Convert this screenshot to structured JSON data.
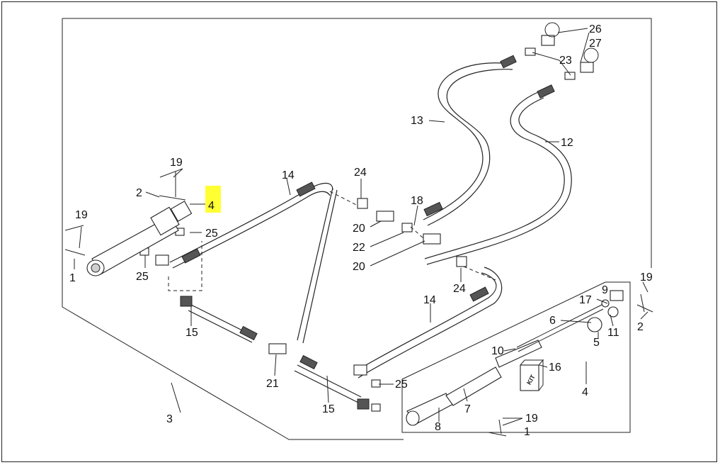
{
  "callouts": {
    "c26": "26",
    "c27": "27",
    "c23": "23",
    "c13": "13",
    "c12": "12",
    "c19_left_top": "19",
    "c2_left": "2",
    "c4_highlighted": "4",
    "c14_top": "14",
    "c24_top": "24",
    "c18": "18",
    "c20_top": "20",
    "c22": "22",
    "c20_bottom": "20",
    "c19_left": "19",
    "c25_left_top": "25",
    "c1_left": "1",
    "c25_left_bottom": "25",
    "c24_mid": "24",
    "c14_mid": "14",
    "c15_left": "15",
    "c21": "21",
    "c15_bottom": "15",
    "c25_mid": "25",
    "c3": "3",
    "c19_right": "19",
    "c9": "9",
    "c17": "17",
    "c6": "6",
    "c2_right": "2",
    "c11": "11",
    "c5": "5",
    "c10": "10",
    "c16": "16",
    "c7": "7",
    "c4_kit": "4",
    "c19_kit": "19",
    "c8": "8",
    "c1_kit": "1"
  },
  "kit_label": "KIT",
  "highlight_color": "#ffff33"
}
